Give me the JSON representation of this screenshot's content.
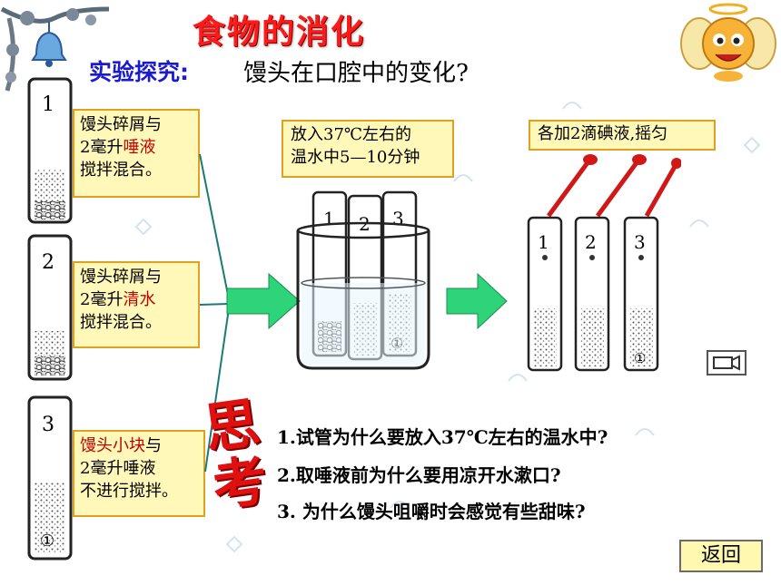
{
  "title": "食物的消化",
  "experiment": {
    "label": "实验探究:",
    "question": "馒头在口腔中的变化?"
  },
  "tubes_left": [
    {
      "number": "1",
      "bottom_mark": ""
    },
    {
      "number": "2",
      "bottom_mark": ""
    },
    {
      "number": "3",
      "bottom_mark": "①"
    }
  ],
  "boxes": {
    "box1": {
      "l1": "馒头碎屑与",
      "l2a": "2毫升",
      "l2b": "唾液",
      "l3": "搅拌混合。"
    },
    "box2": {
      "l1": "馒头碎屑与",
      "l2a": "2毫升",
      "l2b": "清水",
      "l3": "搅拌混合。"
    },
    "box3": {
      "l1a": "馒头小块",
      "l1b": "与",
      "l2": "2毫升唾液",
      "l3": "不进行搅拌。"
    }
  },
  "beaker": {
    "label_line1": "放入37℃左右的",
    "label_line2": "温水中5—10分钟",
    "tubes": [
      "1",
      "2",
      "3"
    ],
    "bottom_mark": "①"
  },
  "iodine": {
    "label": "各加2滴碘液,摇匀",
    "tubes": [
      "1",
      "2",
      "3"
    ],
    "bottom_mark": "①"
  },
  "think": {
    "word": "思考",
    "q1": "1.试管为什么要放入37℃左右的温水中?",
    "q2": "2.取唾液前为什么要用凉开水漱口?",
    "q3": "3. 为什么馒头咀嚼时会感觉有些甜味?"
  },
  "back_button": "返回",
  "colors": {
    "title": "#ff1a1a",
    "label": "#1a1ad0",
    "box_fill": "#fff8b8",
    "box_border": "#e0a020",
    "arrow": "#2ed47a",
    "dropper": "#d01818"
  }
}
